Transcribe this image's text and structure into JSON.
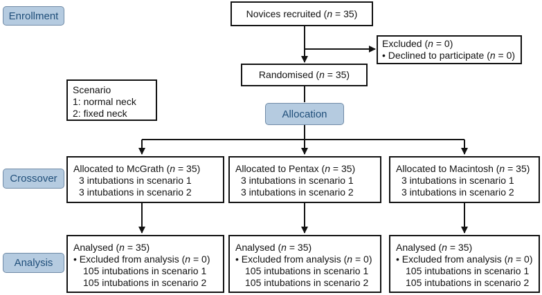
{
  "stages": {
    "enrollment": "Enrollment",
    "allocation": "Allocation",
    "crossover": "Crossover",
    "analysis": "Analysis"
  },
  "recruited": {
    "prefix": "Novices recruited (",
    "n_symbol": "n",
    "suffix": " = 35)"
  },
  "excluded": {
    "title_prefix": "Excluded (",
    "n_symbol": "n",
    "title_suffix": " = 0)",
    "reason_prefix": "• Declined to participate (",
    "reason_suffix": " = 0)"
  },
  "randomised": {
    "prefix": "Randomised (",
    "n_symbol": "n",
    "suffix": " = 35)"
  },
  "scenario_legend": {
    "title": "Scenario",
    "item1": "1: normal neck",
    "item2": "2: fixed neck"
  },
  "arms": [
    {
      "alloc_prefix": "Allocated to McGrath (",
      "n_symbol": "n",
      "alloc_suffix": " = 35)",
      "s1": "3 intubations in scenario 1",
      "s2": "3 intubations in scenario 2",
      "analysed_prefix": "Analysed (",
      "analysed_suffix": " = 35)",
      "excl_prefix": "• Excluded from analysis (",
      "excl_suffix": " = 0)",
      "a1": "105 intubations in scenario 1",
      "a2": "105 intubations in scenario 2"
    },
    {
      "alloc_prefix": "Allocated to Pentax (",
      "n_symbol": "n",
      "alloc_suffix": " = 35)",
      "s1": "3 intubations in scenario 1",
      "s2": "3 intubations in scenario 2",
      "analysed_prefix": "Analysed (",
      "analysed_suffix": " = 35)",
      "excl_prefix": "• Excluded from analysis (",
      "excl_suffix": " = 0)",
      "a1": "105 intubations in scenario 1",
      "a2": "105 intubations in scenario 2"
    },
    {
      "alloc_prefix": "Allocated to Macintosh (",
      "n_symbol": "n",
      "alloc_suffix": " = 35)",
      "s1": "3 intubations in scenario 1",
      "s2": "3 intubations in scenario 2",
      "analysed_prefix": "Analysed (",
      "analysed_suffix": " = 35)",
      "excl_prefix": "• Excluded from analysis (",
      "excl_suffix": " = 0)",
      "a1": "105 intubations in scenario 1",
      "a2": "105 intubations in scenario 2"
    }
  ],
  "colors": {
    "stage_fill": "#b5cbe0",
    "stage_text": "#1f4e79",
    "line": "#111111"
  }
}
